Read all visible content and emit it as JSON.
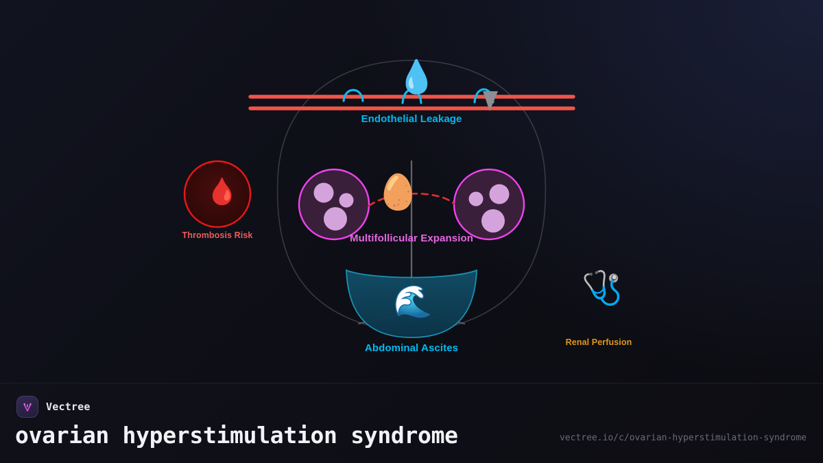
{
  "meta": {
    "background_top_right": "#1a1f38",
    "background_bottom_left": "#0c0c11"
  },
  "diagram": {
    "title": "ovarian hyperstimulation syndrome",
    "body_outline_color": "#53535e",
    "nodes": [
      {
        "id": "endothelial-leakage",
        "label": "Endothelial Leakage",
        "color": "#00baf0",
        "icon": "droplet-icon",
        "glyph": "💧"
      },
      {
        "id": "multifollicular-expansion",
        "label": "Multifollicular Expansion",
        "color": "#e566e5",
        "icon": "egg-icon",
        "glyph": "🥚"
      },
      {
        "id": "abdominal-ascites",
        "label": "Abdominal Ascites",
        "color": "#00baf0",
        "icon": "wave-icon",
        "glyph": "🌊"
      },
      {
        "id": "thrombosis-risk",
        "label": "Thrombosis Risk",
        "color": "#f05a5a",
        "icon": "blood-drop-icon",
        "glyph": "🩸"
      },
      {
        "id": "renal-perfusion",
        "label": "Renal Perfusion",
        "color": "#e0961e",
        "icon": "stethoscope-icon",
        "glyph": "🩺"
      }
    ],
    "vessel": {
      "line_color": "#f2544a",
      "pore_color": "#13b8e8",
      "arrow_color": "#8d8d94",
      "pore_count": 3
    },
    "ovaries": {
      "fill": "#3a1f3a",
      "stroke": "#ee44ee",
      "follicle_fill": "#d4a3dc",
      "follicles_per_ovary": 3,
      "link_color": "#e03030",
      "link_style": "dashed"
    },
    "ascites_basin": {
      "fill": "#0f4257",
      "stroke": "#1a97bb"
    }
  },
  "footer": {
    "brand": "Vectree",
    "title": "ovarian hyperstimulation syndrome",
    "url": "vectree.io/c/ovarian-hyperstimulation-syndrome",
    "logo_icon": "vectree-logo-icon",
    "logo_accent": "#d84ce0"
  }
}
